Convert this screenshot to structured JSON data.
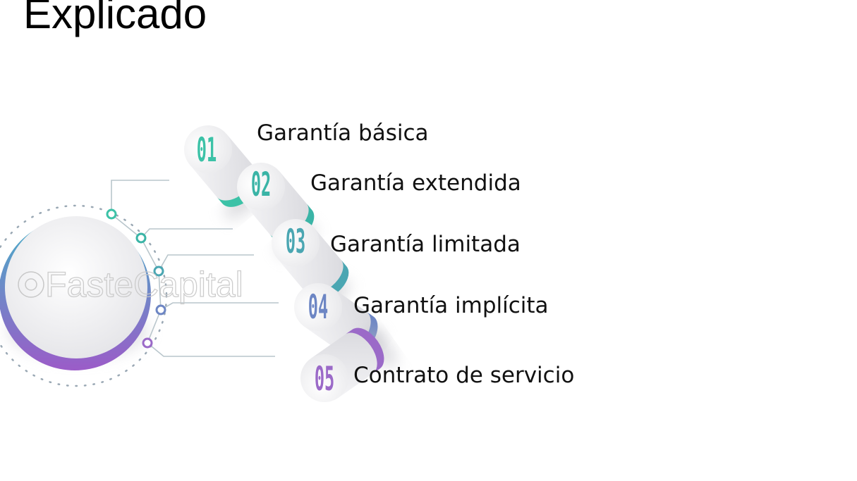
{
  "title": "Explicado",
  "watermark": "FasteCapital",
  "colors": {
    "step1": "#3cc2a7",
    "step2": "#3ab4a6",
    "step3": "#4aa6b2",
    "step4": "#6d86c4",
    "step5": "#9b6ac8"
  },
  "steps": [
    {
      "number": "01",
      "label": "Garantía básica"
    },
    {
      "number": "02",
      "label": "Garantía extendida"
    },
    {
      "number": "03",
      "label": "Garantía limitada"
    },
    {
      "number": "04",
      "label": "Garantía implícita"
    },
    {
      "number": "05",
      "label": "Contrato de servicio"
    }
  ]
}
